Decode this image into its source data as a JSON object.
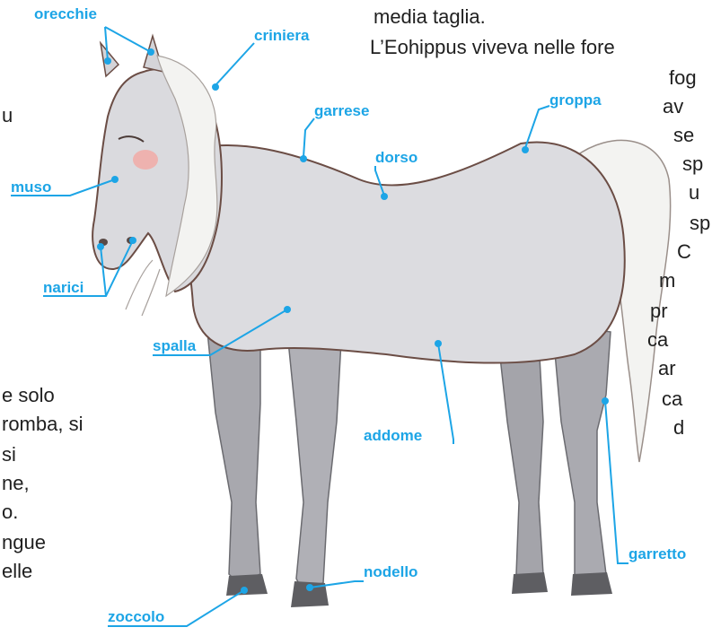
{
  "colors": {
    "label": "#1da5e6",
    "leader_line": "#1da5e6",
    "text": "#1f1f1f",
    "horse_body": "#d9d9dd",
    "horse_outline": "#6b4d45",
    "horse_legs": "#9a9aa0",
    "hooves": "#606064",
    "mane": "#f2f2f0"
  },
  "text_fragments": {
    "top_1": "media taglia.",
    "top_2": "L’Eohippus viveva nelle fore",
    "right": [
      "fog",
      "av",
      "se",
      "sp",
      "u",
      "sp",
      "C",
      "m",
      "pr",
      "ca",
      "ar",
      "ca",
      "d"
    ],
    "left_top": "u",
    "left_bottom": [
      "e solo",
      "romba, si",
      "si",
      "ne,",
      "o.",
      "ngue",
      "elle"
    ]
  },
  "labels": {
    "orecchie": "orecchie",
    "criniera": "criniera",
    "garrese": "garrese",
    "groppa": "groppa",
    "dorso": "dorso",
    "muso": "muso",
    "narici": "narici",
    "spalla": "spalla",
    "addome": "addome",
    "garretto": "garretto",
    "nodello": "nodello",
    "zoccolo": "zoccolo"
  },
  "icons": {
    "horse": "horse-illustration-icon"
  }
}
